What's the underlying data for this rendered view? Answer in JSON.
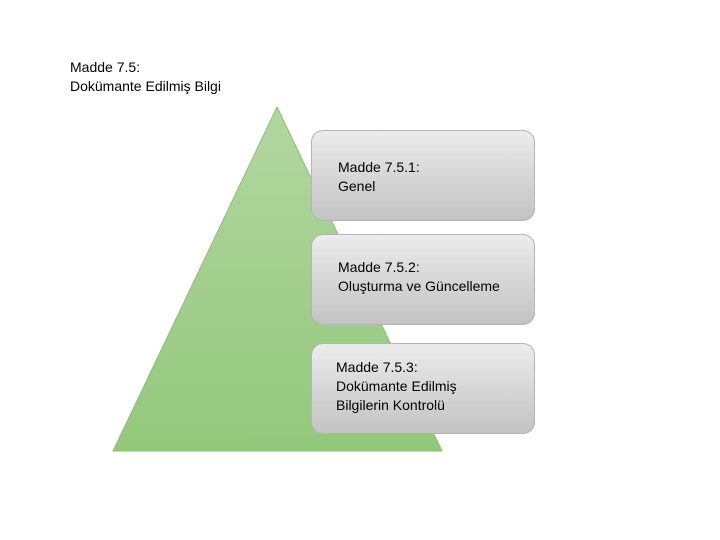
{
  "heading": {
    "line1": "Madde 7.5:",
    "line2": "Dokümante  Edilmiş Bilgi"
  },
  "colors": {
    "pyramid_top": "#b3d6a0",
    "pyramid_bottom": "#92c87c",
    "pyramid_stroke": "#8cc071",
    "box_border": "#b4b4b4"
  },
  "boxes": [
    {
      "line1": "Madde 7.5.1:",
      "line2": "Genel"
    },
    {
      "line1": "Madde 7.5.2:",
      "line2": "Oluşturma  ve Güncelleme"
    },
    {
      "line1": "Madde 7.5.3:",
      "line2": "Dokümante  Edilmiş",
      "line3": "Bilgilerin Kontrolü"
    }
  ]
}
